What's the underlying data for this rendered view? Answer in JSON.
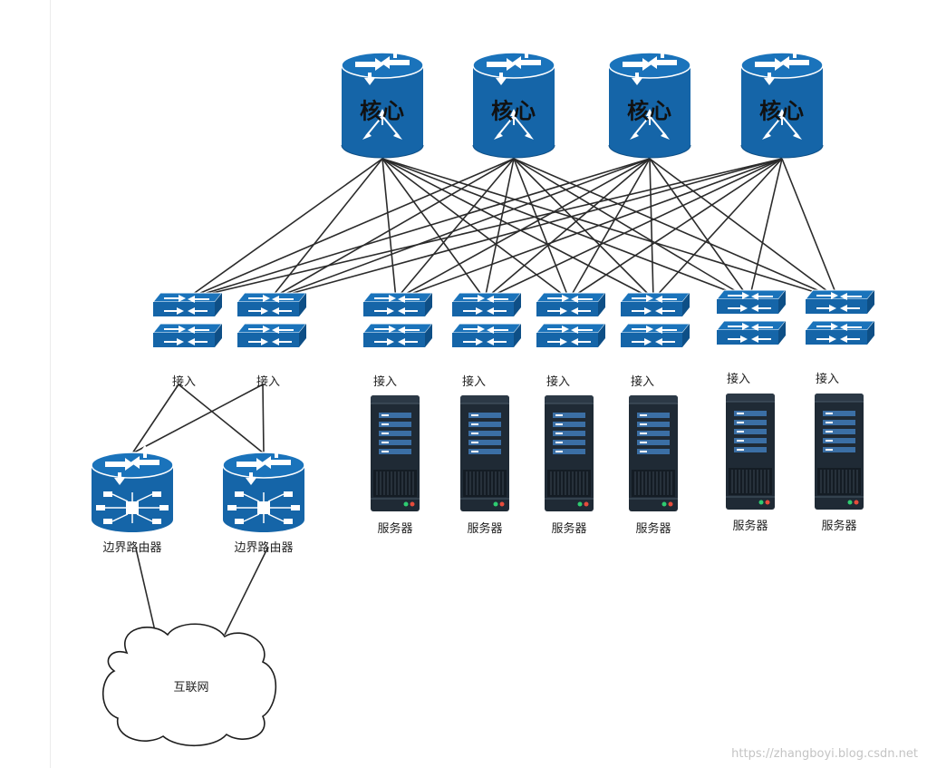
{
  "colors": {
    "device_blue": "#1565a8",
    "device_blue_dark": "#0e4f86",
    "link_line": "#2b2b2b",
    "server_body": "#1f2a35",
    "server_slot": "#3b6fa5"
  },
  "core": {
    "label": "核心",
    "icon": "core-router-icon",
    "nodes": [
      "核心",
      "核心",
      "核心",
      "核心"
    ]
  },
  "access": {
    "icon": "switch-stack-icon",
    "nodes": [
      "接入",
      "接入",
      "接入",
      "接入",
      "接入",
      "接入",
      "接入",
      "接入"
    ]
  },
  "servers": {
    "icon": "server-rack-icon",
    "nodes": [
      "服务器",
      "服务器",
      "服务器",
      "服务器",
      "服务器",
      "服务器"
    ]
  },
  "border_routers": {
    "icon": "border-router-icon",
    "nodes": [
      "边界路由器",
      "边界路由器"
    ]
  },
  "internet": {
    "label": "互联网",
    "icon": "cloud-icon"
  },
  "edges": [
    {
      "from": "core-1",
      "to": "access-1"
    },
    {
      "from": "core-1",
      "to": "access-2"
    },
    {
      "from": "core-1",
      "to": "access-3"
    },
    {
      "from": "core-1",
      "to": "access-4"
    },
    {
      "from": "core-1",
      "to": "access-5"
    },
    {
      "from": "core-1",
      "to": "access-6"
    },
    {
      "from": "core-1",
      "to": "access-7"
    },
    {
      "from": "core-1",
      "to": "access-8"
    },
    {
      "from": "core-2",
      "to": "access-1"
    },
    {
      "from": "core-2",
      "to": "access-2"
    },
    {
      "from": "core-2",
      "to": "access-3"
    },
    {
      "from": "core-2",
      "to": "access-4"
    },
    {
      "from": "core-2",
      "to": "access-5"
    },
    {
      "from": "core-2",
      "to": "access-6"
    },
    {
      "from": "core-2",
      "to": "access-7"
    },
    {
      "from": "core-2",
      "to": "access-8"
    },
    {
      "from": "core-3",
      "to": "access-1"
    },
    {
      "from": "core-3",
      "to": "access-2"
    },
    {
      "from": "core-3",
      "to": "access-3"
    },
    {
      "from": "core-3",
      "to": "access-4"
    },
    {
      "from": "core-3",
      "to": "access-5"
    },
    {
      "from": "core-3",
      "to": "access-6"
    },
    {
      "from": "core-3",
      "to": "access-7"
    },
    {
      "from": "core-3",
      "to": "access-8"
    },
    {
      "from": "core-4",
      "to": "access-1"
    },
    {
      "from": "core-4",
      "to": "access-2"
    },
    {
      "from": "core-4",
      "to": "access-3"
    },
    {
      "from": "core-4",
      "to": "access-4"
    },
    {
      "from": "core-4",
      "to": "access-5"
    },
    {
      "from": "core-4",
      "to": "access-6"
    },
    {
      "from": "core-4",
      "to": "access-7"
    },
    {
      "from": "core-4",
      "to": "access-8"
    },
    {
      "from": "access-1",
      "to": "border-1"
    },
    {
      "from": "access-1",
      "to": "border-2"
    },
    {
      "from": "access-2",
      "to": "border-1"
    },
    {
      "from": "access-2",
      "to": "border-2"
    },
    {
      "from": "border-1",
      "to": "internet"
    },
    {
      "from": "border-2",
      "to": "internet"
    }
  ],
  "watermark": "https://zhangboyi.blog.csdn.net"
}
